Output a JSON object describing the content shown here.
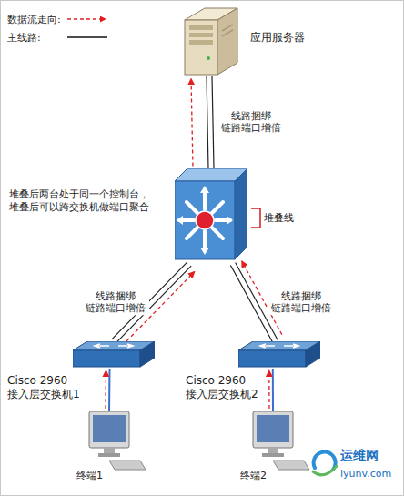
{
  "diagram": {
    "nodes": [
      {
        "text": [
          "应用服务器"
        ]
      },
      {
        "text": [
          "堆叠后两台处于同一个控制台，堆叠后可以跨交换机做端口聚合"
        ]
      },
      {
        "text": [
          "Cisco 2960 接入层交换机1"
        ]
      },
      {
        "text": [
          "Cisco 2960 接入层交换机2"
        ]
      },
      {
        "text": [
          "终端1"
        ]
      },
      {
        "text": [
          "终端2"
        ]
      }
    ],
    "edges": [
      {
        "from": 1,
        "to": 0,
        "arrow": "to",
        "label": "线路捆绑 链路端口增倍"
      },
      {
        "from": 2,
        "to": 1,
        "arrow": "to",
        "label": "线路捆绑 链路端口增倍"
      },
      {
        "from": 3,
        "to": 1,
        "arrow": "to",
        "label": "线路捆绑 链路端口增倍"
      },
      {
        "from": 4,
        "to": 2,
        "arrow": "to"
      },
      {
        "from": 5,
        "to": 3,
        "arrow": "to"
      }
    ],
    "labels": [
      "堆叠线",
      "运维网",
      "iyunv.com"
    ],
    "legend": [
      {
        "text": "数据流走向:"
      },
      {
        "text": "主线路:"
      }
    ]
  }
}
